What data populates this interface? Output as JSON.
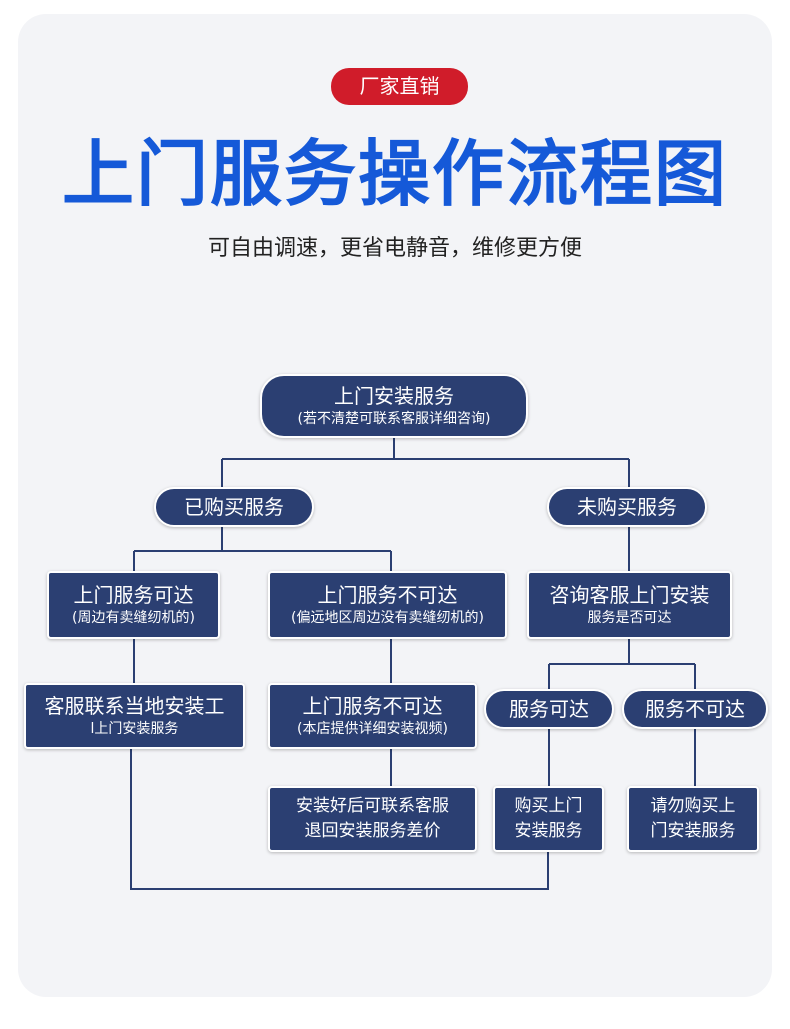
{
  "header": {
    "badge": "厂家直销",
    "title": "上门服务操作流程图",
    "subtitle": "可自由调速，更省电静音，维修更方便"
  },
  "flow": {
    "root": {
      "main": "上门安装服务",
      "sub": "(若不清楚可联系客服详细咨询)"
    },
    "purchased": "已购买服务",
    "not_purchased": "未购买服务",
    "reachable": {
      "main": "上门服务可达",
      "sub": "(周边有卖缝纫机的)"
    },
    "unreachable": {
      "main": "上门服务不可达",
      "sub": "(偏远地区周边没有卖缝纫机的)"
    },
    "consult": {
      "main": "咨询客服上门安装",
      "sub": "服务是否可达"
    },
    "contact_installer": {
      "main": "客服联系当地安装工",
      "sub": "l上门安装服务"
    },
    "unreachable_video": {
      "main": "上门服务不可达",
      "sub": "(本店提供详细安装视频)"
    },
    "service_ok": "服务可达",
    "service_no": "服务不可达",
    "refund": {
      "line1": "安装好后可联系客服",
      "line2": "退回安装服务差价"
    },
    "buy": {
      "line1": "购买上门",
      "line2": "安装服务"
    },
    "dont_buy": {
      "line1": "请勿购买上",
      "line2": "门安装服务"
    }
  },
  "colors": {
    "node": "#2b3f72",
    "title": "#1559d8",
    "badge": "#d01c2a",
    "panel": "#f3f4f7"
  }
}
